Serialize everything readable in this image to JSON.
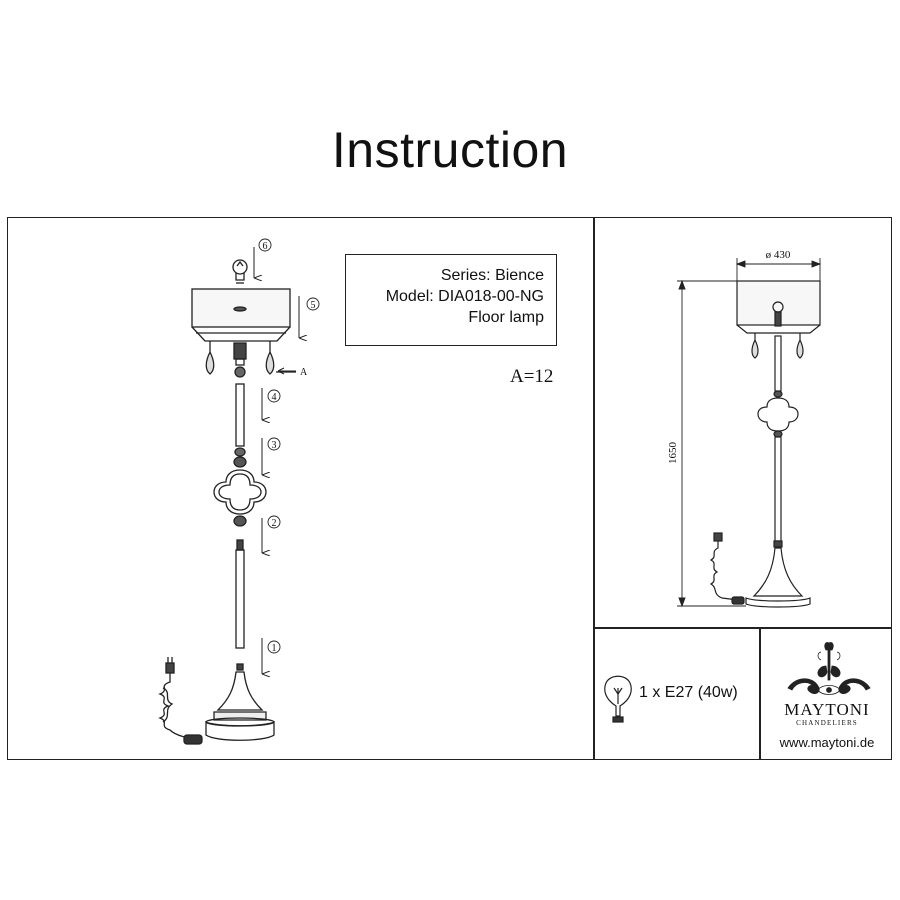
{
  "title": "Instruction",
  "info": {
    "series": "Series: Bience",
    "model": "Model: DIA018-00-NG",
    "type": "Floor lamp"
  },
  "callout_label": "A",
  "quantity": "A=12",
  "steps": [
    "1",
    "2",
    "3",
    "4",
    "5",
    "6"
  ],
  "dimensions": {
    "diameter": "ø 430",
    "height": "1650"
  },
  "bulb_spec": "1 x E27 (40w)",
  "brand": {
    "name": "MAYTONI",
    "subtitle": "CHANDELIERS",
    "website": "www.maytoni.de"
  }
}
